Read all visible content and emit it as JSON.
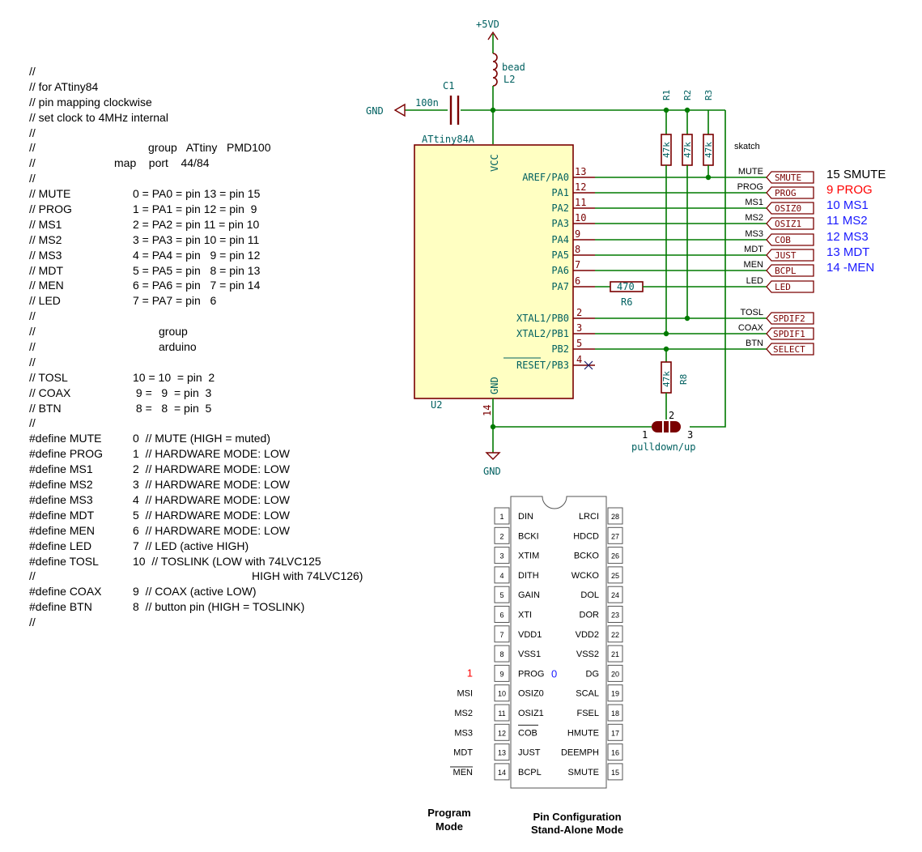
{
  "code": {
    "header": [
      "//",
      "// for ATtiny84",
      "// pin mapping clockwise",
      "// set clock to 4MHz internal",
      "//"
    ],
    "group_header_1": "//                        group   ATtiny    PMD100",
    "group_header_2": "//                  map    port   44/84",
    "sep1": "//",
    "pins": [
      {
        "c1": "// MUTE",
        "c2": "0 = PA0 = pin 13 = pin 15"
      },
      {
        "c1": "// PROG",
        "c2": "1 = PA1 = pin 12 = pin  9"
      },
      {
        "c1": "// MS1",
        "c2": "2 = PA2 = pin 11 = pin 10"
      },
      {
        "c1": "// MS2",
        "c2": "3 = PA3 = pin 10 = pin 11"
      },
      {
        "c1": "// MS3",
        "c2": "4 = PA4 = pin   9 = pin 12"
      },
      {
        "c1": "// MDT",
        "c2": "5 = PA5 = pin   8 = pin 13"
      },
      {
        "c1": "// MEN",
        "c2": "6 = PA6 = pin   7 = pin 14"
      },
      {
        "c1": "// LED",
        "c2": "7 = PA7 = pin   6"
      }
    ],
    "sep2": "//",
    "group2_a": "group",
    "group2_b": "arduino",
    "sep3": "//",
    "arduino": [
      {
        "c1": "// TOSL",
        "c2": "10 = 10  = pin  2"
      },
      {
        "c1": "// COAX",
        "c2": " 9 =   9  = pin  3"
      },
      {
        "c1": "// BTN",
        "c2": " 8 =   8  = pin  5"
      }
    ],
    "sep4": "//",
    "defines": [
      {
        "c1": "#define MUTE",
        "c2": "0  // MUTE (HIGH = muted)"
      },
      {
        "c1": "#define PROG",
        "c2": "1  // HARDWARE MODE: LOW"
      },
      {
        "c1": "#define MS1",
        "c2": "2  // HARDWARE MODE: LOW"
      },
      {
        "c1": "#define MS2",
        "c2": "3  // HARDWARE MODE: LOW"
      },
      {
        "c1": "#define MS3",
        "c2": "4  // HARDWARE MODE: LOW"
      },
      {
        "c1": "#define MDT",
        "c2": "5  // HARDWARE MODE: LOW"
      },
      {
        "c1": "#define MEN",
        "c2": "6  // HARDWARE MODE: LOW"
      },
      {
        "c1": "#define LED",
        "c2": "7  // LED (active HIGH)"
      },
      {
        "c1": "#define TOSL",
        "c2": "10  // TOSLINK (LOW with 74LVC125"
      }
    ],
    "tosl_cont_1": "//",
    "tosl_cont_2": "HIGH with 74LVC126)",
    "defines2": [
      {
        "c1": "#define COAX",
        "c2": "9  // COAX (active LOW)"
      },
      {
        "c1": "#define BTN",
        "c2": "8  // button pin (HIGH = TOSLINK)"
      }
    ],
    "end": "//"
  },
  "schematic": {
    "supply": "+5VD",
    "bead_label": "bead",
    "inductor": "L2",
    "cap": "C1",
    "cap_value": "100n",
    "gnd_left": "GND",
    "gnd_bottom": "GND",
    "chip_part": "ATtiny84A",
    "chip_ref": "U2",
    "vcc": "VCC",
    "gnd_pin": "GND",
    "gnd_pin_num": "14",
    "r1": "R1",
    "r2": "R2",
    "r3": "R3",
    "r_value": "47k",
    "r6": "R6",
    "r6_value": "470",
    "r8": "R8",
    "r8_value": "47k",
    "jumper": "pulldown/up",
    "jp1": "1",
    "jp2": "2",
    "jp3": "3",
    "skatch": "skatch",
    "pins": [
      {
        "name": "AREF/PA0",
        "num": "13",
        "net": "MUTE",
        "port": "SMUTE",
        "pmd": "15 SMUTE",
        "pmd_color": "#000000"
      },
      {
        "name": "PA1",
        "num": "12",
        "net": "PROG",
        "port": "PROG",
        "pmd": "9 PROG",
        "pmd_color": "#ff0000"
      },
      {
        "name": "PA2",
        "num": "11",
        "net": "MS1",
        "port": "OSIZ0",
        "pmd": "10 MS1",
        "pmd_color": "#1a1aff"
      },
      {
        "name": "PA3",
        "num": "10",
        "net": "MS2",
        "port": "OSIZ1",
        "pmd": "11 MS2",
        "pmd_color": "#1a1aff"
      },
      {
        "name": "PA4",
        "num": "9",
        "net": "MS3",
        "port": "COB",
        "pmd": "12 MS3",
        "pmd_color": "#1a1aff"
      },
      {
        "name": "PA5",
        "num": "8",
        "net": "MDT",
        "port": "JUST",
        "pmd": "13 MDT",
        "pmd_color": "#1a1aff"
      },
      {
        "name": "PA6",
        "num": "7",
        "net": "MEN",
        "port": "BCPL",
        "pmd": "14 -MEN",
        "pmd_color": "#1a1aff"
      },
      {
        "name": "PA7",
        "num": "6",
        "net": "LED",
        "port": "LED",
        "pmd": "",
        "pmd_color": "#000000"
      }
    ],
    "pins_b": [
      {
        "name": "XTAL1/PB0",
        "num": "2",
        "net": "TOSL",
        "port": "SPDIF2"
      },
      {
        "name": "XTAL2/PB1",
        "num": "3",
        "net": "COAX",
        "port": "SPDIF1"
      },
      {
        "name": "PB2",
        "num": "5",
        "net": "BTN",
        "port": "SELECT"
      },
      {
        "name": "RESET/PB3",
        "num": "4",
        "net": "",
        "port": ""
      }
    ]
  },
  "pmd_pinout": {
    "left": [
      {
        "num": "1",
        "name": "DIN"
      },
      {
        "num": "2",
        "name": "BCKI"
      },
      {
        "num": "3",
        "name": "XTIM"
      },
      {
        "num": "4",
        "name": "DITH"
      },
      {
        "num": "5",
        "name": "GAIN"
      },
      {
        "num": "6",
        "name": "XTI"
      },
      {
        "num": "7",
        "name": "VDD1"
      },
      {
        "num": "8",
        "name": "VSS1"
      },
      {
        "num": "9",
        "name": "PROG"
      },
      {
        "num": "10",
        "name": "OSIZ0"
      },
      {
        "num": "11",
        "name": "OSIZ1"
      },
      {
        "num": "12",
        "name": "COB"
      },
      {
        "num": "13",
        "name": "JUST"
      },
      {
        "num": "14",
        "name": "BCPL"
      }
    ],
    "right": [
      {
        "num": "28",
        "name": "LRCI"
      },
      {
        "num": "27",
        "name": "HDCD"
      },
      {
        "num": "26",
        "name": "BCKO"
      },
      {
        "num": "25",
        "name": "WCKO"
      },
      {
        "num": "24",
        "name": "DOL"
      },
      {
        "num": "23",
        "name": "DOR"
      },
      {
        "num": "22",
        "name": "VDD2"
      },
      {
        "num": "21",
        "name": "VSS2"
      },
      {
        "num": "20",
        "name": "DG"
      },
      {
        "num": "19",
        "name": "SCAL"
      },
      {
        "num": "18",
        "name": "FSEL"
      },
      {
        "num": "17",
        "name": "HMUTE"
      },
      {
        "num": "16",
        "name": "DEEMPH"
      },
      {
        "num": "15",
        "name": "SMUTE"
      }
    ],
    "prog_value_stand": "0",
    "program_mode": [
      "1",
      "MSI",
      "MS2",
      "MS3",
      "MDT",
      "MEN"
    ],
    "caption_left_1": "Program",
    "caption_left_2": "Mode",
    "caption_right_1": "Pin Configuration",
    "caption_right_2": "Stand-Alone Mode"
  },
  "colors": {
    "wire": "#007a00",
    "component": "#7a0000",
    "chip_fill": "#ffffc2",
    "text_teal": "#006060",
    "pin_red": "#7a0000",
    "junction": "#007a00",
    "red": "#ff0000",
    "blue": "#1a1aff"
  }
}
